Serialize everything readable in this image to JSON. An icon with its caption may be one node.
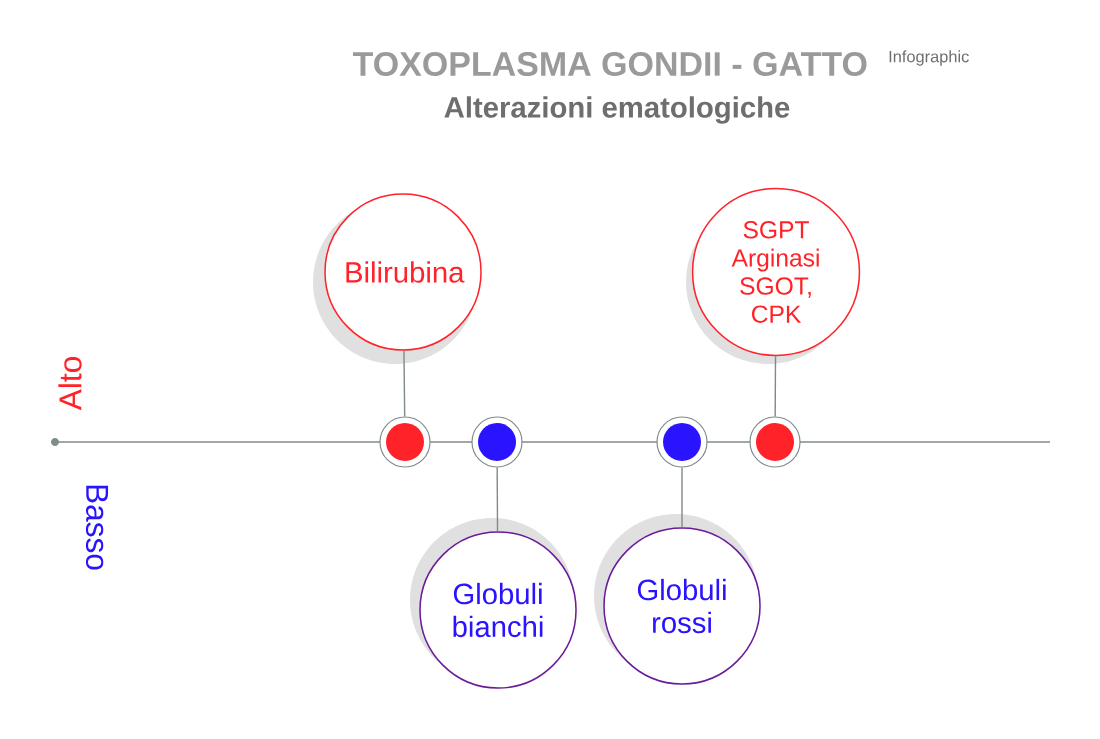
{
  "diagram": {
    "title": "TOXOPLASMA GONDII - GATTO",
    "nodes": [
      {
        "text": [
          "Bilirubina"
        ]
      },
      {
        "text": [
          "SGPT Arginasi SGOT, CPK"
        ]
      },
      {
        "text": [],
        "shape": "circle"
      },
      {
        "text": [],
        "shape": "circle"
      },
      {
        "text": [],
        "shape": "circle"
      },
      {
        "text": [],
        "shape": "circle"
      },
      {
        "text": [
          "Globuli bianchi"
        ]
      },
      {
        "text": [
          "Globuli rossi"
        ]
      }
    ],
    "edges": [
      {
        "from": 0,
        "to": 2,
        "arrow": "none"
      },
      {
        "from": 1,
        "to": 5,
        "arrow": "none"
      },
      {
        "from": 3,
        "to": 6,
        "arrow": "none"
      },
      {
        "from": 4,
        "to": 7,
        "arrow": "none"
      }
    ],
    "labels": [
      "Infographic",
      "Alterazioni ematologiche",
      "Alto",
      "Basso"
    ]
  }
}
